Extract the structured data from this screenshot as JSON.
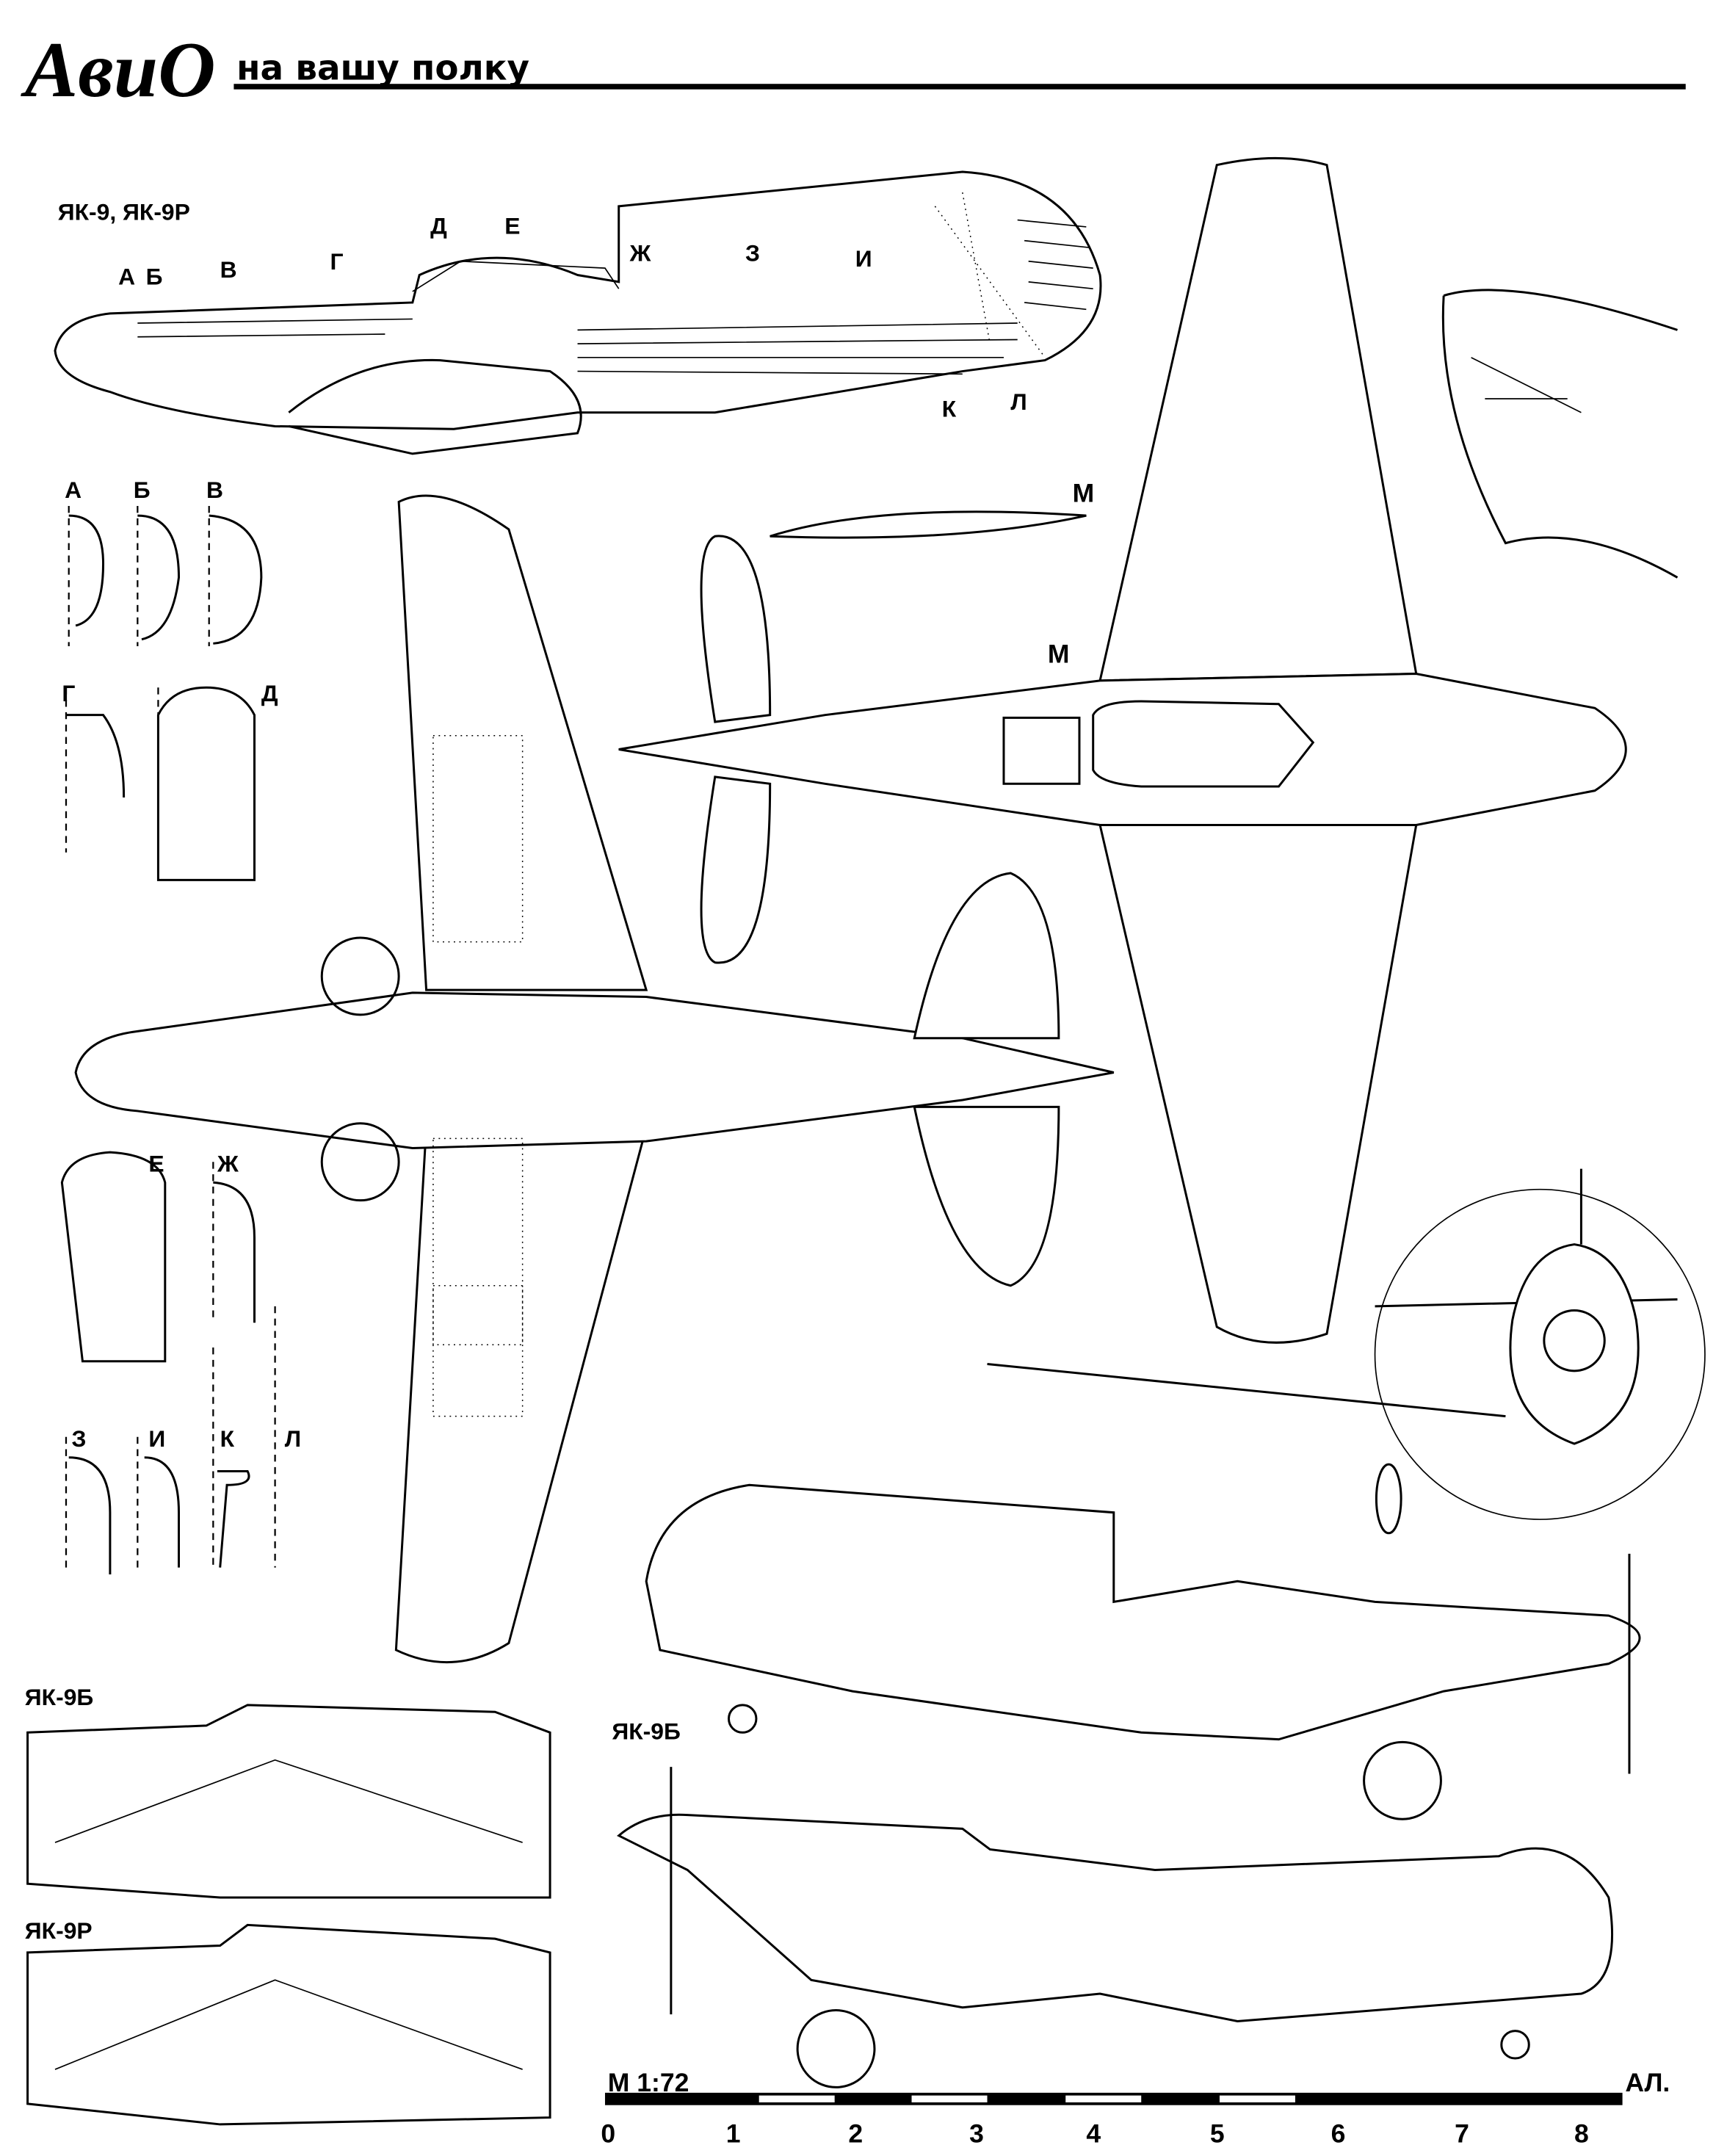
{
  "header": {
    "logo": "АвиО",
    "title": "на вашу полку"
  },
  "views": {
    "top_side_title": "ЯК-9, ЯК-9Р",
    "section_marks": [
      "А",
      "Б",
      "В",
      "Г",
      "Д",
      "Е",
      "Ж",
      "З",
      "И",
      "К",
      "Л"
    ],
    "section_labels": {
      "a": "А",
      "b": "Б",
      "v": "В",
      "g": "Г",
      "d": "Д",
      "e": "Е",
      "zh": "Ж",
      "z": "З",
      "i": "И",
      "k": "К",
      "l": "Л"
    },
    "canopy_label": "М",
    "canopy_mark": "М",
    "detail_9b": "ЯК-9Б",
    "detail_9r": "ЯК-9Р",
    "side_9b": "ЯК-9Б"
  },
  "scale": {
    "label": "М 1:72",
    "ticks": [
      "0",
      "1",
      "2",
      "3",
      "4",
      "5",
      "6",
      "7",
      "8"
    ],
    "signature": "АЛ."
  }
}
